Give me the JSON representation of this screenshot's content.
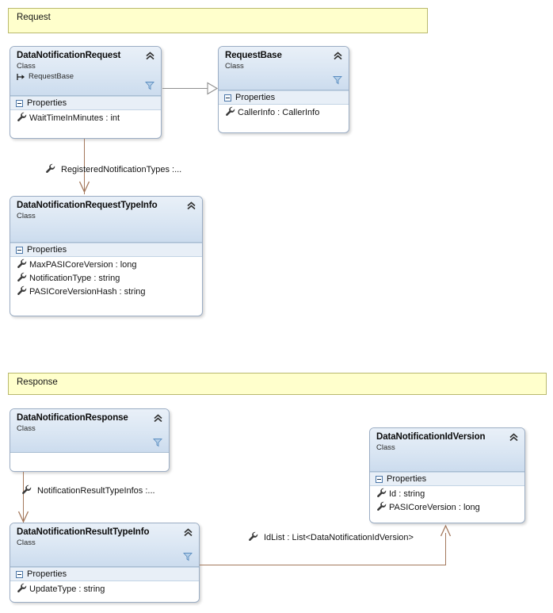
{
  "diagram": {
    "title": "Class Diagram",
    "background": "#ffffff",
    "connector_color": "#a3785c",
    "inheritance_color": "#8f8f8f",
    "class_border_color": "#9badc4",
    "banner_fill": "#ffffcc",
    "banner_border": "#b9b96e"
  },
  "banners": [
    {
      "name": "request",
      "text": "Request"
    },
    {
      "name": "response",
      "text": "Response"
    }
  ],
  "classes": [
    {
      "id": "DataNotificationRequest",
      "title": "DataNotificationRequest",
      "stereotype": "Class",
      "base": "RequestBase",
      "base_icon": "inheritance-arrow-icon",
      "collapse_icon": "chevron-up-icon",
      "filter_icon": "funnel-icon",
      "compartments": [
        {
          "label": "Properties",
          "expander": "collapse-toggle",
          "members": [
            {
              "icon": "wrench-icon",
              "text": "WaitTimeInMinutes : int"
            }
          ]
        }
      ]
    },
    {
      "id": "RequestBase",
      "title": "RequestBase",
      "stereotype": "Class",
      "base": "",
      "collapse_icon": "chevron-up-icon",
      "filter_icon": "funnel-icon",
      "compartments": [
        {
          "label": "Properties",
          "expander": "collapse-toggle",
          "members": [
            {
              "icon": "wrench-icon",
              "text": "CallerInfo : CallerInfo"
            }
          ]
        }
      ]
    },
    {
      "id": "DataNotificationRequestTypeInfo",
      "title": "DataNotificationRequestTypeInfo",
      "stereotype": "Class",
      "base": "",
      "collapse_icon": "chevron-up-icon",
      "filter_icon": "",
      "compartments": [
        {
          "label": "Properties",
          "expander": "collapse-toggle",
          "members": [
            {
              "icon": "wrench-icon",
              "text": "MaxPASICoreVersion : long"
            },
            {
              "icon": "wrench-icon",
              "text": "NotificationType : string"
            },
            {
              "icon": "wrench-icon",
              "text": "PASICoreVersionHash : string"
            }
          ]
        }
      ]
    },
    {
      "id": "DataNotificationResponse",
      "title": "DataNotificationResponse",
      "stereotype": "Class",
      "base": "",
      "collapse_icon": "chevron-up-icon",
      "filter_icon": "funnel-icon",
      "compartments": []
    },
    {
      "id": "DataNotificationIdVersion",
      "title": "DataNotificationIdVersion",
      "stereotype": "Class",
      "base": "",
      "collapse_icon": "chevron-up-icon",
      "filter_icon": "",
      "compartments": [
        {
          "label": "Properties",
          "expander": "collapse-toggle",
          "members": [
            {
              "icon": "wrench-icon",
              "text": "Id : string"
            },
            {
              "icon": "wrench-icon",
              "text": "PASICoreVersion : long"
            }
          ]
        }
      ]
    },
    {
      "id": "DataNotificationResultTypeInfo",
      "title": "DataNotificationResultTypeInfo",
      "stereotype": "Class",
      "base": "",
      "collapse_icon": "chevron-up-icon",
      "filter_icon": "funnel-icon",
      "compartments": [
        {
          "label": "Properties",
          "expander": "collapse-toggle",
          "members": [
            {
              "icon": "wrench-icon",
              "text": "UpdateType : string"
            }
          ]
        }
      ]
    }
  ],
  "connectors": [
    {
      "name": "inheritance-request-to-requestbase",
      "from": "DataNotificationRequest",
      "to": "RequestBase",
      "kind": "inheritance",
      "label": ""
    },
    {
      "name": "assoc-registered-notification-types",
      "from": "DataNotificationRequest",
      "to": "DataNotificationRequestTypeInfo",
      "kind": "association",
      "icon": "wrench-icon",
      "label": "RegisteredNotificationTypes  :..."
    },
    {
      "name": "assoc-notification-result-type-infos",
      "from": "DataNotificationResponse",
      "to": "DataNotificationResultTypeInfo",
      "kind": "association",
      "icon": "wrench-icon",
      "label": "NotificationResultTypeInfos  :..."
    },
    {
      "name": "assoc-id-list",
      "from": "DataNotificationResultTypeInfo",
      "to": "DataNotificationIdVersion",
      "kind": "association",
      "icon": "wrench-icon",
      "label": "IdList : List<DataNotificationIdVersion>"
    }
  ]
}
